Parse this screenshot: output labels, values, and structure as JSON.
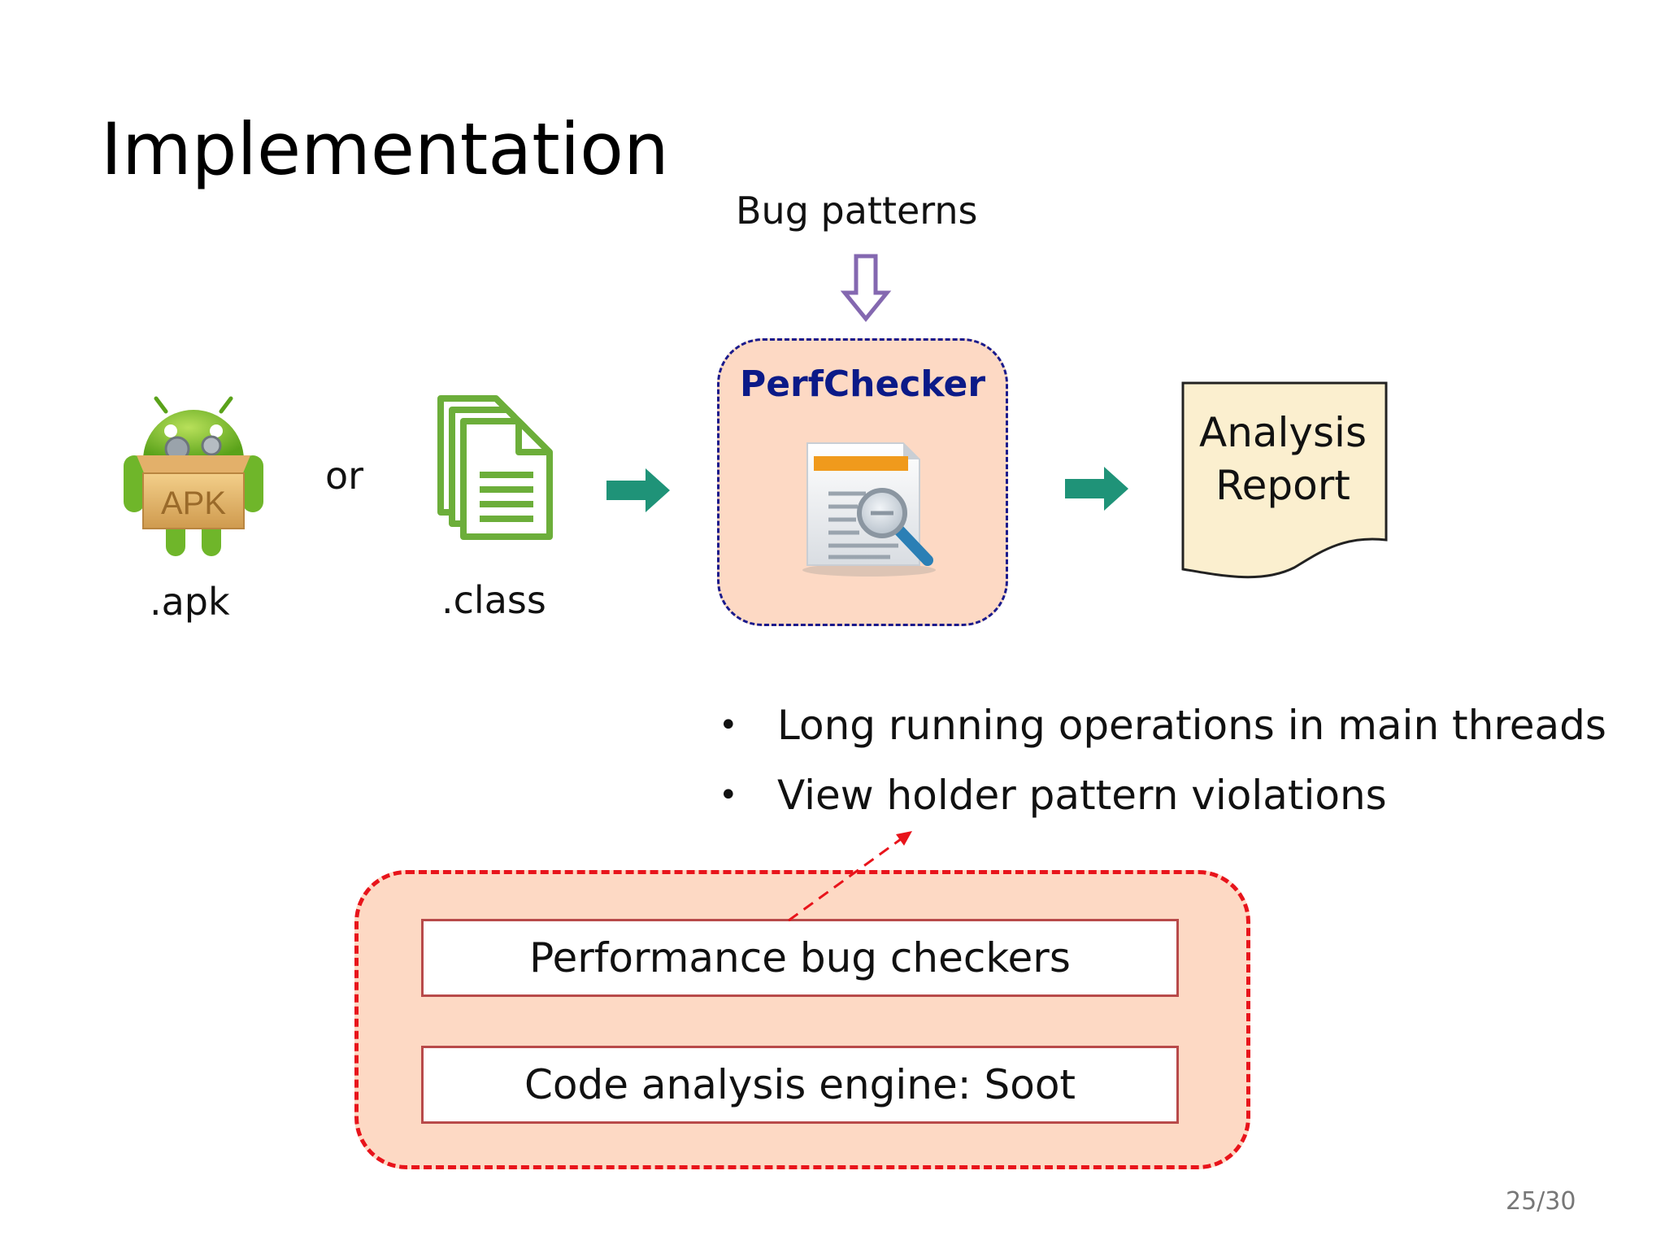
{
  "slide": {
    "title": "Implementation",
    "page_number": "25/30"
  },
  "inputs": {
    "apk_icon_text": "APK",
    "apk_label": ".apk",
    "or_label": "or",
    "class_label": ".class"
  },
  "bug_patterns_label": "Bug patterns",
  "perfchecker": {
    "label": "PerfChecker"
  },
  "report": {
    "line1": "Analysis",
    "line2": "Report"
  },
  "bug_patterns": [
    "Long running operations in main threads",
    "View holder pattern violations"
  ],
  "architecture": {
    "top_layer": "Performance bug checkers",
    "bottom_layer": "Code analysis engine: Soot"
  },
  "colors": {
    "flow_arrow": "#1f9378",
    "perfchecker_title": "#0b1a88",
    "box_fill": "#fdd9c4",
    "stack_border": "#e8141b",
    "report_fill": "#fbefcf",
    "bug_pattern_arrow": "#8468b0"
  },
  "icons": {
    "apk": "android-apk-box-icon",
    "class": "class-files-stack-icon",
    "perfchecker": "document-magnifier-icon",
    "report": "document-report-shape"
  }
}
